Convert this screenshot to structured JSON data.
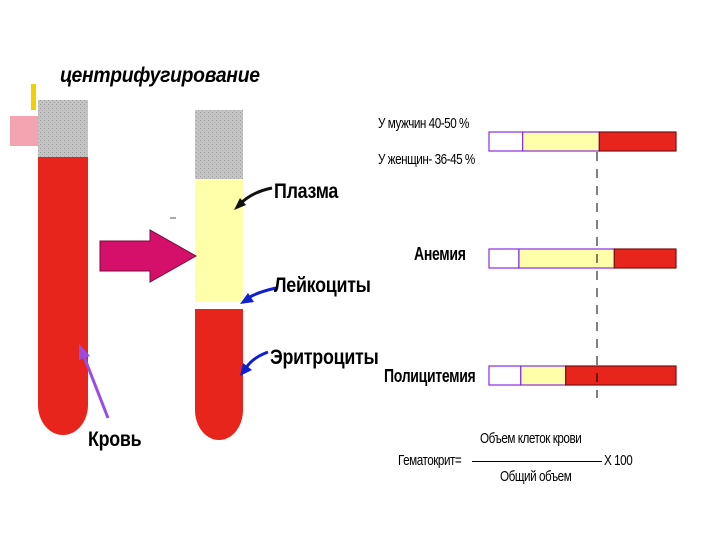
{
  "title": "центрифугирование",
  "tube_labels": {
    "blood": "Кровь",
    "plasma": "Плазма",
    "leukocytes": "Лейкоциты",
    "erythrocytes": "Эритроциты"
  },
  "norms": {
    "men": "У мужчин 40-50 %",
    "women": "У женщин- 36-45 %"
  },
  "rows": [
    {
      "label": "",
      "plasma_fraction": 0.41,
      "cells_fraction": 0.41
    },
    {
      "label": "Анемия",
      "plasma_fraction": 0.51,
      "cells_fraction": 0.33
    },
    {
      "label": "Полицитемия",
      "plasma_fraction": 0.24,
      "cells_fraction": 0.59
    }
  ],
  "formula": {
    "lhs": "Гематокрит=",
    "numerator": "Объем клеток крови",
    "denominator": "Общий объем",
    "multiplier": "X 100"
  },
  "colors": {
    "blood_red": "#E8251C",
    "plasma_yellow": "#FFFFAA",
    "gray_top": "#C0C0C0",
    "arrow_magenta": "#D4106A",
    "pointer_blue": "#1020D0",
    "pointer_violet": "#9A4CE0",
    "frame_violet": "#8A2BE2"
  }
}
